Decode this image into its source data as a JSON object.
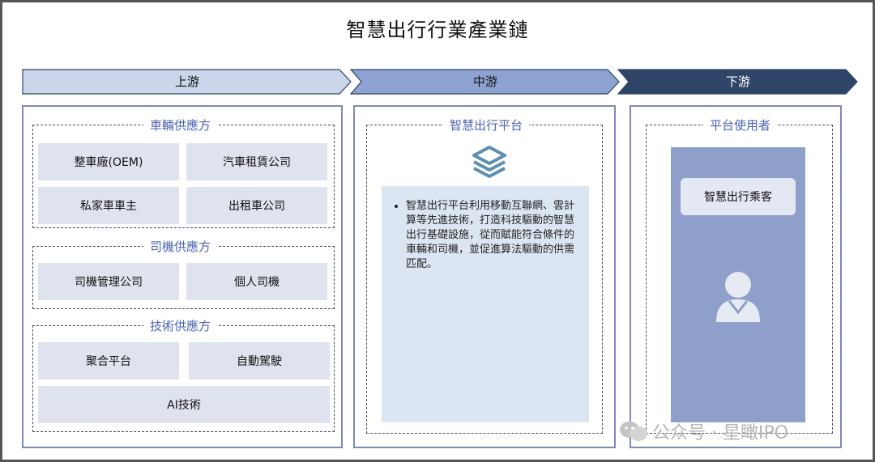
{
  "title": "智慧出行行業產業鏈",
  "stages": [
    {
      "label": "上游",
      "fill": "#cbd6ea",
      "text_color": "#111111"
    },
    {
      "label": "中游",
      "fill": "#8ea3d2",
      "text_color": "#111111"
    },
    {
      "label": "下游",
      "fill": "#2e4567",
      "text_color": "#ffffff"
    }
  ],
  "upstream": {
    "groups": [
      {
        "title": "車輛供應方",
        "items": [
          "整車廠(OEM)",
          "汽車租賃公司",
          "私家車車主",
          "出租車公司"
        ]
      },
      {
        "title": "司機供應方",
        "items": [
          "司機管理公司",
          "個人司機"
        ]
      },
      {
        "title": "技術供應方",
        "items": [
          "聚合平台",
          "自動駕駛",
          "AI技術"
        ]
      }
    ]
  },
  "midstream": {
    "title": "智慧出行平台",
    "icon": "layers-icon",
    "bullet": "智慧出行平台利用移動互聯網、雲計算等先進技術，打造科技驅動的智慧出行基礎設施，從而賦能符合條件的車輛和司機，並促進算法驅動的供需匹配。"
  },
  "downstream": {
    "title": "平台使用者",
    "card": "智慧出行乘客",
    "icon": "person-icon"
  },
  "watermark": "公众号 · 星瞰IPO",
  "colors": {
    "frame_border": "#555555",
    "column_border": "#7d89b5",
    "group_title": "#4b63b0",
    "cell_fill": "#dfe3ee",
    "desc_fill": "#dce6f3",
    "user_panel": "#8e9fc9",
    "layers_icon": "#5e8fb1"
  }
}
